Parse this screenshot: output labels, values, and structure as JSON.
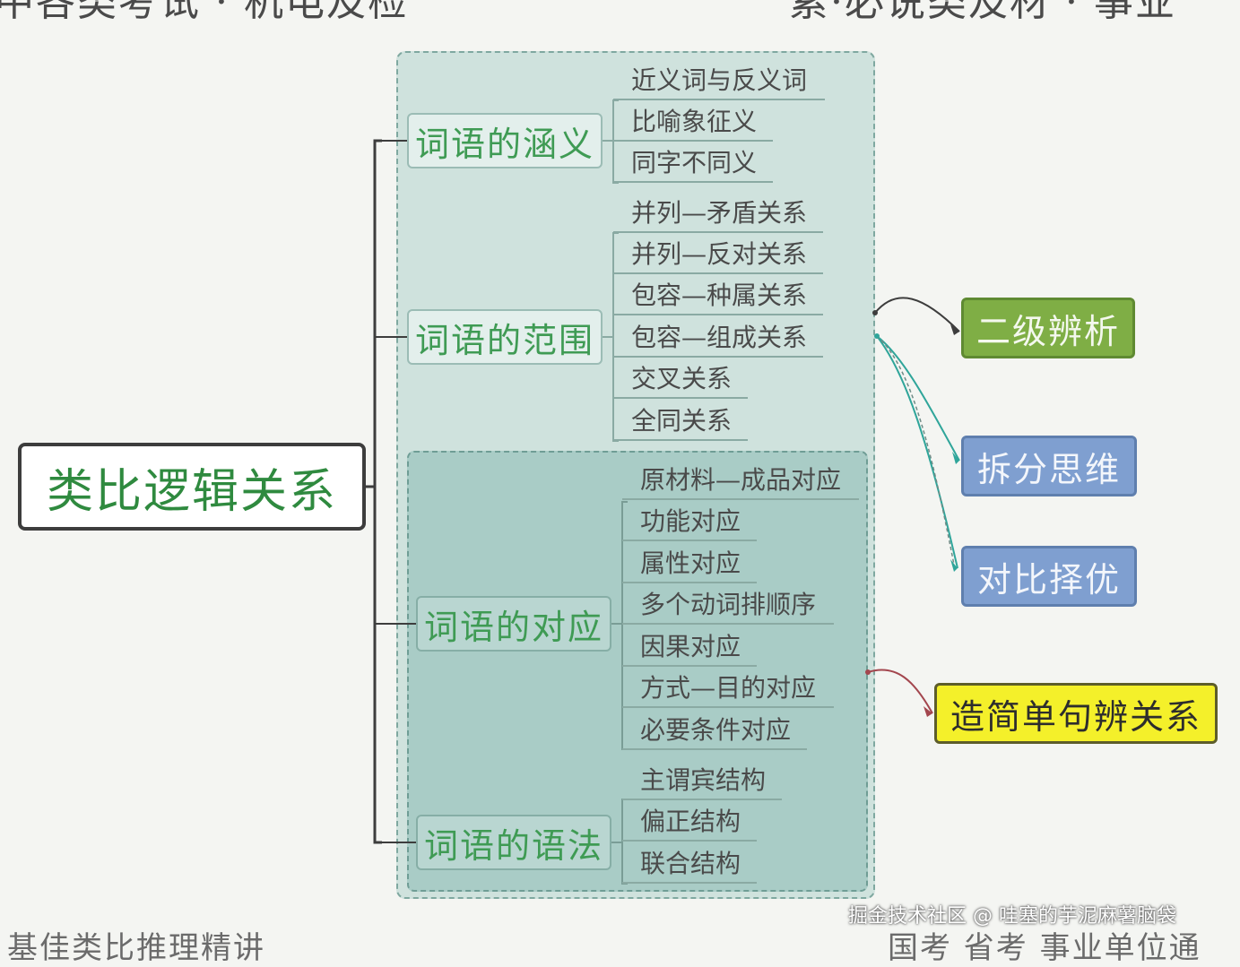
{
  "header": {
    "top_left": "中各类考试 · 机电及检",
    "top_right": "累·必说类及材 · 事业"
  },
  "footer": {
    "bottom_left": "基佳类比推理精讲",
    "bottom_right": "国考 省考 事业单位通"
  },
  "root": {
    "label": "类比逻辑关系"
  },
  "categories": [
    {
      "label": "词语的涵义",
      "items": [
        "近义词与反义词",
        "比喻象征义",
        "同字不同义"
      ]
    },
    {
      "label": "词语的范围",
      "items": [
        "并列—矛盾关系",
        "并列—反对关系",
        "包容—种属关系",
        "包容—组成关系",
        "交叉关系",
        "全同关系"
      ]
    },
    {
      "label": "词语的对应",
      "items": [
        "原材料—成品对应",
        "功能对应",
        "属性对应",
        "多个动词排顺序",
        "因果对应",
        "方式—目的对应",
        "必要条件对应"
      ]
    },
    {
      "label": "词语的语法",
      "items": [
        "主谓宾结构",
        "偏正结构",
        "联合结构"
      ]
    }
  ],
  "side_nodes": {
    "green": "二级辨析",
    "blue1": "拆分思维",
    "blue2": "对比择优",
    "yellow": "造简单句辨关系"
  },
  "colors": {
    "green_node": "#7fae45",
    "blue_node": "#7f9fd0",
    "yellow_node": "#f4f02a",
    "category_text": "#3f9b54"
  },
  "watermark": "掘金技术社区 @ 哇塞的芋泥麻薯脑袋"
}
